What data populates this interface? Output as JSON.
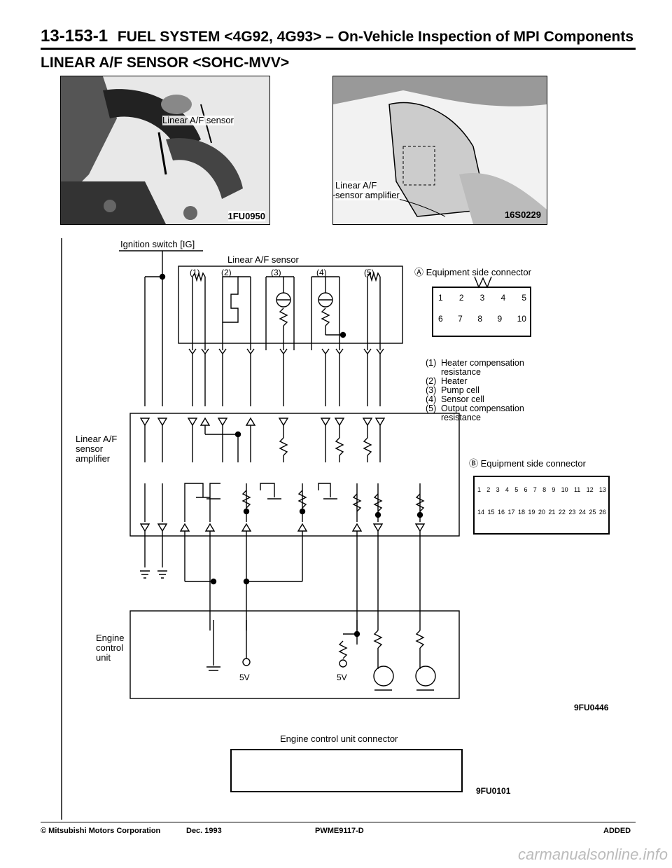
{
  "header": {
    "page_number": "13-153-1",
    "section": "FUEL SYSTEM <4G92, 4G93> – On-Vehicle Inspection of MPI Components"
  },
  "title": "LINEAR A/F SENSOR <SOHC-MVV>",
  "photo_left": {
    "label": "Linear A/F sensor",
    "code": "1FU0950"
  },
  "photo_right": {
    "label_line1": "Linear A/F",
    "label_line2": "sensor amplifier",
    "code": "16S0229"
  },
  "diagram": {
    "ignition_label": "Ignition switch [IG]",
    "sensor_title": "Linear A/F sensor",
    "sensor_pins": [
      "(1)",
      "(2)",
      "(3)",
      "(4)",
      "(5)"
    ],
    "amplifier_label": [
      "Linear A/F",
      "sensor",
      "amplifier"
    ],
    "ecu_label": [
      "Engine",
      "control",
      "unit"
    ],
    "v5": "5V",
    "code": "9FU0446"
  },
  "connector_a": {
    "marker": "Ⓐ",
    "label": "Equipment side connector",
    "top": [
      "1",
      "2",
      "3",
      "4",
      "5"
    ],
    "bottom": [
      "6",
      "7",
      "8",
      "9",
      "10"
    ]
  },
  "legend": [
    {
      "num": "(1)",
      "text": "Heater compensation resistance"
    },
    {
      "num": "(2)",
      "text": "Heater"
    },
    {
      "num": "(3)",
      "text": "Pump cell"
    },
    {
      "num": "(4)",
      "text": "Sensor cell"
    },
    {
      "num": "(5)",
      "text": "Output compensation resistance"
    }
  ],
  "connector_b": {
    "marker": "Ⓑ",
    "label": "Equipment side connector",
    "top": [
      "1",
      "2",
      "3",
      "4",
      "5",
      "6",
      "7",
      "8",
      "9",
      "10",
      "11",
      "12",
      "13"
    ],
    "bottom": [
      "14",
      "15",
      "16",
      "17",
      "18",
      "19",
      "20",
      "21",
      "22",
      "23",
      "24",
      "25",
      "26"
    ]
  },
  "ecu_connector": {
    "label": "Engine control unit connector",
    "code": "9FU0101"
  },
  "footer": {
    "copyright": "© Mitsubishi Motors Corporation",
    "date": "Dec. 1993",
    "doc": "PWME9117-D",
    "status": "ADDED"
  },
  "watermark": "carmanualsonline.info"
}
